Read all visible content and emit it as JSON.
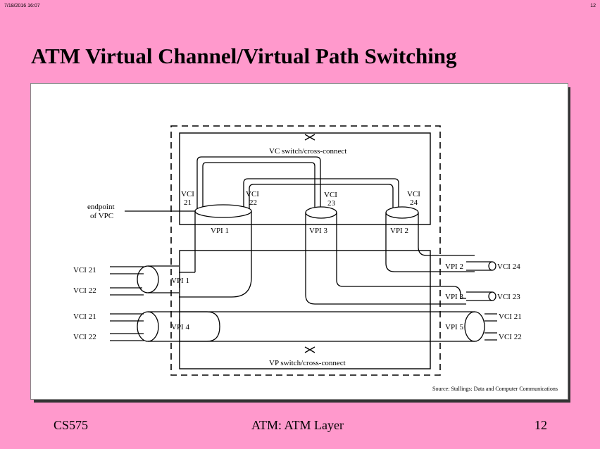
{
  "header": {
    "timestamp": "7/18/2016  16:07",
    "page_number": "12"
  },
  "slide": {
    "title": "ATM Virtual Channel/Virtual Path Switching"
  },
  "figure": {
    "source": "Source:  Stallings:  Data and Computer Communications",
    "labels": {
      "vc_switch": "VC switch/cross-connect",
      "vp_switch": "VP switch/cross-connect",
      "endpoint_line1": "endpoint",
      "endpoint_line2": "of VPC",
      "vci_word": "VCI",
      "vci21_num": "21",
      "vci22_num": "22",
      "vci23_num": "23",
      "vci24_num": "24",
      "vpi1_top": "VPI 1",
      "vpi3_top": "VPI 3",
      "vpi2_top": "VPI 2",
      "left_vci21_a": "VCI 21",
      "left_vci22_a": "VCI 22",
      "left_vci21_b": "VCI 21",
      "left_vci22_b": "VCI 22",
      "left_vpi1": "VPI 1",
      "left_vpi4": "VPI 4",
      "right_vpi2": "VPI 2",
      "right_vpi3": "VPI 3",
      "right_vpi5": "VPI 5",
      "right_vci24": "VCI 24",
      "right_vci23": "VCI 23",
      "right_vci21": "VCI 21",
      "right_vci22": "VCI 22"
    }
  },
  "footer": {
    "course": "CS575",
    "topic": "ATM: ATM Layer",
    "page": "12"
  }
}
